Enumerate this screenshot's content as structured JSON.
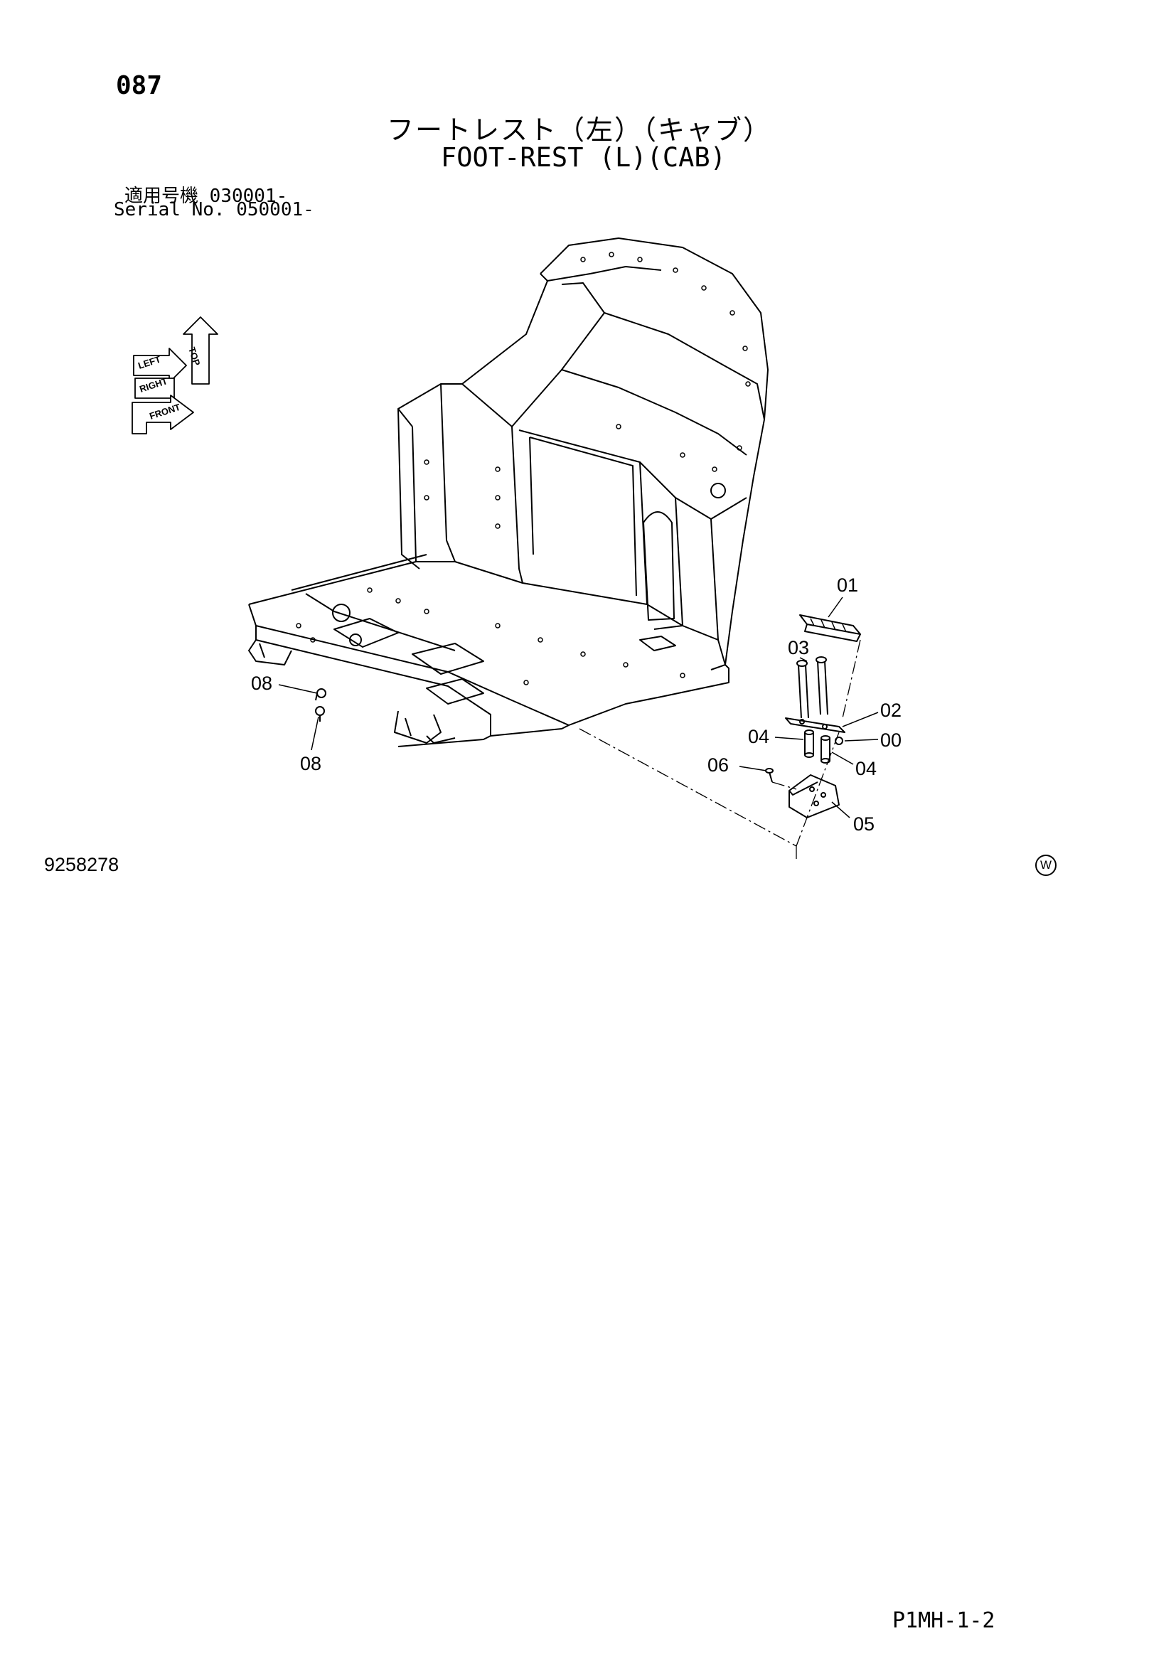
{
  "header": {
    "page_number": "087",
    "title_jp": "フートレスト（左）（キャブ）",
    "title_en": "FOOT-REST (L)(CAB)",
    "serial_label_jp": "適用号機",
    "serial_value_jp": "030001-",
    "serial_label_en": "Serial No.",
    "serial_value_en": "050001-"
  },
  "orientation_indicator": {
    "left": "LEFT",
    "right": "RIGHT",
    "top": "TOP",
    "front": "FRONT"
  },
  "callouts": {
    "c01": "01",
    "c03": "03",
    "c02": "02",
    "c04a": "04",
    "c00": "00",
    "c06": "06",
    "c04b": "04",
    "c05": "05",
    "c08a": "08",
    "c08b": "08"
  },
  "footer": {
    "drawing_number": "9258278",
    "copyright_mark": "W",
    "code": "P1MH-1-2"
  }
}
